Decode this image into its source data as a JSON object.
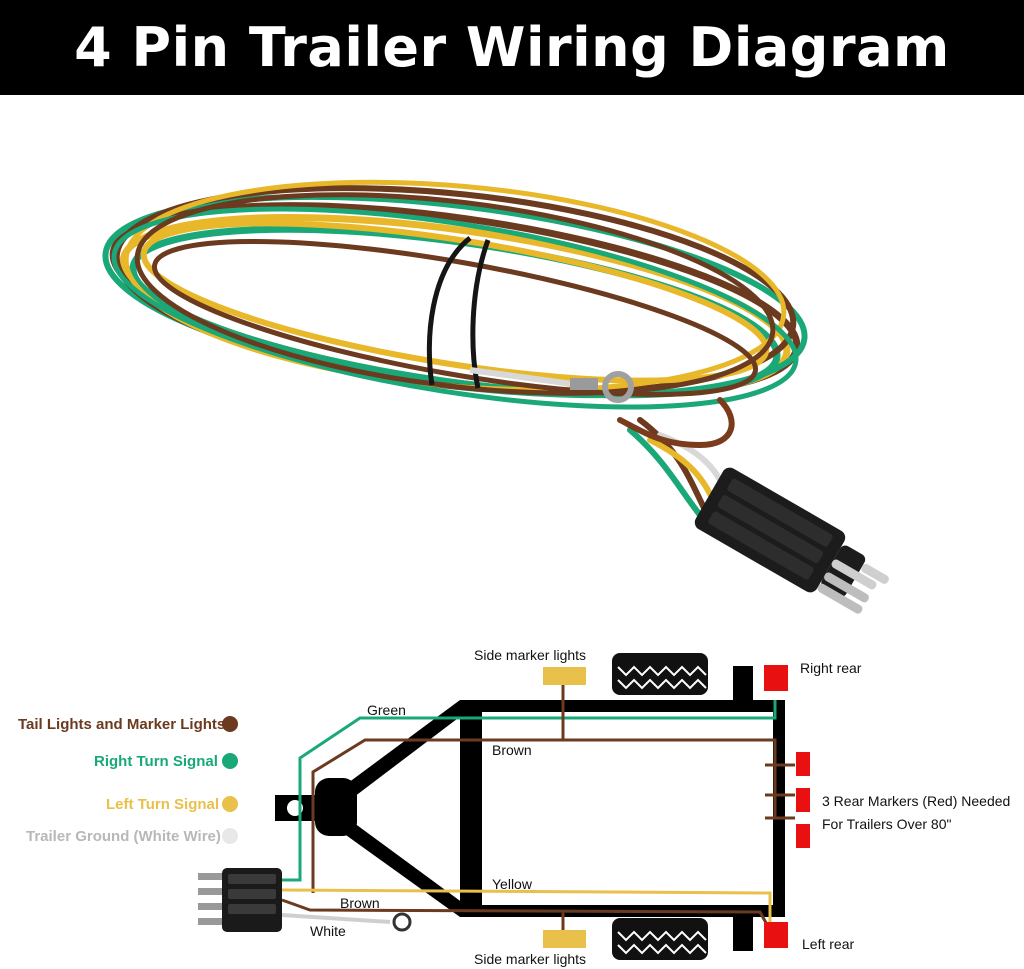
{
  "title": "4 Pin Trailer Wiring Diagram",
  "colors": {
    "brown": "#6b3a1f",
    "green": "#1aa878",
    "yellow": "#e8c04a",
    "white": "#e0e0e0",
    "red": "#e81010",
    "frame": "#000000"
  },
  "legend": [
    {
      "label": "Tail Lights and Marker Lights",
      "color": "#6b3a1f"
    },
    {
      "label": "Right Turn Signal",
      "color": "#1aa878"
    },
    {
      "label": "Left Turn Signal",
      "color": "#e8c04a"
    },
    {
      "label": "Trailer Ground (White Wire)",
      "color": "#e0e0e0"
    }
  ],
  "labels": {
    "side_marker_top": "Side marker lights",
    "side_marker_bottom": "Side marker lights",
    "right_rear": "Right rear",
    "left_rear": "Left rear",
    "rear_markers_line1": "3 Rear Markers (Red) Needed",
    "rear_markers_line2": "For Trailers Over 80\"",
    "wire_green": "Green",
    "wire_brown_top": "Brown",
    "wire_yellow": "Yellow",
    "wire_brown_bottom": "Brown",
    "wire_white": "White"
  }
}
